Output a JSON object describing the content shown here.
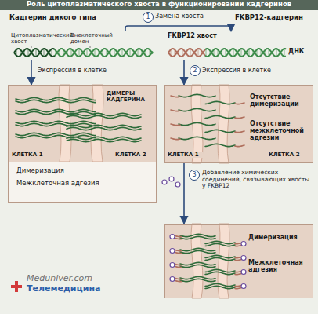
{
  "diagram": {
    "title": "Роль цитоплазматического хвоста в функционировании кадгеринов",
    "nodes": [
      {
        "text": [
          "Цитоплазматический хвост",
          "Внеклеточный домен"
        ]
      },
      {
        "text": [
          "FKBP12 хвост",
          "ДНК"
        ]
      },
      {
        "text": [
          "ДИМЕРЫ КАДГЕРИНА",
          "КЛЕТКА 1",
          "КЛЕТКА 2",
          "Димеризация",
          "Межклеточная адгезия"
        ]
      },
      {
        "text": [
          "Отсутствие димеризации",
          "Отсутствие межклеточной адгезии",
          "КЛЕТКА 1",
          "КЛЕТКА 2"
        ]
      },
      {
        "text": [
          "Димеризация",
          "Межклеточная адгезия"
        ]
      }
    ],
    "edges": [
      {
        "from": 0,
        "to": 1,
        "arrow": "to",
        "label": "Замена хвоста"
      },
      {
        "from": 0,
        "to": 2,
        "arrow": "to",
        "label": "Экспрессия в клетке"
      },
      {
        "from": 1,
        "to": 3,
        "arrow": "to",
        "label": "Экспрессия в клетке"
      },
      {
        "from": 3,
        "to": 4,
        "arrow": "to",
        "label": "Добавление химических соединений, связывающих хвосты у FKBP12"
      }
    ],
    "labels": [
      "Кадгерин дикого типа",
      "FKBP12-кадгерин",
      "1",
      "2",
      "3",
      "Meduniver.com",
      "Телемедицина"
    ]
  }
}
